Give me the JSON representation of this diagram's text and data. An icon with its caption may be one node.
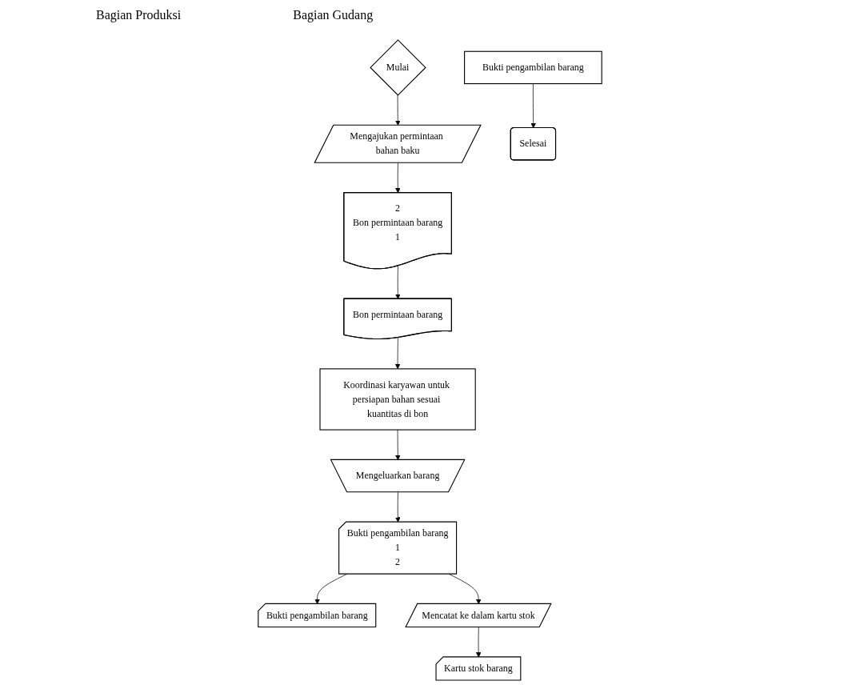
{
  "diagram": {
    "nodes": [
      {
        "text": [
          "Mulai"
        ]
      },
      {
        "text": [
          "Mengajukan permintaan bahan baku"
        ]
      },
      {
        "text": [
          "2",
          "Bon permintaan barang",
          "1"
        ]
      },
      {
        "text": [
          "Bon permintaan barang"
        ]
      },
      {
        "text": [
          "Koordinasi karyawan untuk persiapan bahan sesuai kuantitas di bon"
        ]
      },
      {
        "text": [
          "Mengeluarkan barang"
        ]
      },
      {
        "text": [
          "Bukti pengambilan barang",
          "1",
          "2"
        ]
      },
      {
        "text": [
          "Bukti pengambilan barang"
        ]
      },
      {
        "text": [
          "Mencatat ke dalam kartu stok"
        ]
      },
      {
        "text": [
          "Kartu stok barang"
        ]
      },
      {
        "text": [
          "Bukti pengambilan barang"
        ]
      },
      {
        "text": [
          "Selesai"
        ]
      }
    ],
    "edges": [
      {
        "from": 0,
        "to": 1,
        "arrow": "to"
      },
      {
        "from": 1,
        "to": 2,
        "arrow": "to"
      },
      {
        "from": 2,
        "to": 3,
        "arrow": "to"
      },
      {
        "from": 3,
        "to": 4,
        "arrow": "to"
      },
      {
        "from": 4,
        "to": 5,
        "arrow": "to"
      },
      {
        "from": 5,
        "to": 6,
        "arrow": "to"
      },
      {
        "from": 6,
        "to": 7,
        "arrow": "to"
      },
      {
        "from": 6,
        "to": 8,
        "arrow": "to"
      },
      {
        "from": 8,
        "to": 9,
        "arrow": "to"
      },
      {
        "from": 10,
        "to": 11,
        "arrow": "to"
      }
    ],
    "labels": [
      "Bagian Produksi",
      "Bagian Gudang"
    ]
  }
}
